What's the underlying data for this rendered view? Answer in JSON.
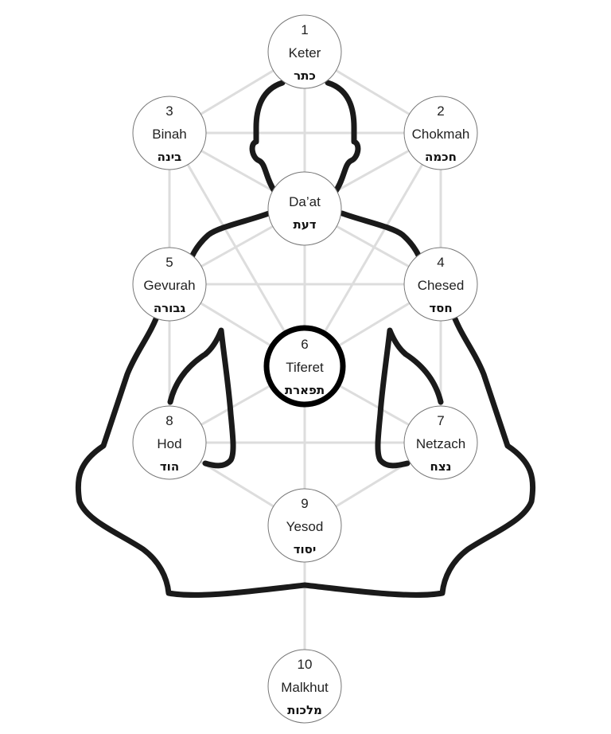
{
  "colors": {
    "edge": "#dddddd",
    "body": "#1a1a1a",
    "node_border": "#777777",
    "highlight_border": "#000000"
  },
  "nodes": [
    {
      "id": "keter",
      "number": "1",
      "name": "Keter",
      "hebrew": "כתר"
    },
    {
      "id": "chokmah",
      "number": "2",
      "name": "Chokmah",
      "hebrew": "חכמה"
    },
    {
      "id": "binah",
      "number": "3",
      "name": "Binah",
      "hebrew": "בינה"
    },
    {
      "id": "daat",
      "number": "",
      "name": "Da’at",
      "hebrew": "דעת"
    },
    {
      "id": "chesed",
      "number": "4",
      "name": "Chesed",
      "hebrew": "חסד"
    },
    {
      "id": "gevurah",
      "number": "5",
      "name": "Gevurah",
      "hebrew": "גבורה"
    },
    {
      "id": "tiferet",
      "number": "6",
      "name": "Tiferet",
      "hebrew": "תפארת",
      "highlighted": true
    },
    {
      "id": "netzach",
      "number": "7",
      "name": "Netzach",
      "hebrew": "נצח"
    },
    {
      "id": "hod",
      "number": "8",
      "name": "Hod",
      "hebrew": "הוד"
    },
    {
      "id": "yesod",
      "number": "9",
      "name": "Yesod",
      "hebrew": "יסוד"
    },
    {
      "id": "malkhut",
      "number": "10",
      "name": "Malkhut",
      "hebrew": "מלכות"
    }
  ],
  "edges": [
    [
      "keter",
      "binah"
    ],
    [
      "keter",
      "chokmah"
    ],
    [
      "keter",
      "tiferet"
    ],
    [
      "binah",
      "chokmah"
    ],
    [
      "binah",
      "gevurah"
    ],
    [
      "chokmah",
      "chesed"
    ],
    [
      "binah",
      "tiferet"
    ],
    [
      "chokmah",
      "tiferet"
    ],
    [
      "binah",
      "daat"
    ],
    [
      "chokmah",
      "daat"
    ],
    [
      "gevurah",
      "daat"
    ],
    [
      "chesed",
      "daat"
    ],
    [
      "gevurah",
      "chesed"
    ],
    [
      "gevurah",
      "tiferet"
    ],
    [
      "chesed",
      "tiferet"
    ],
    [
      "gevurah",
      "hod"
    ],
    [
      "chesed",
      "netzach"
    ],
    [
      "hod",
      "tiferet"
    ],
    [
      "netzach",
      "tiferet"
    ],
    [
      "hod",
      "netzach"
    ],
    [
      "hod",
      "yesod"
    ],
    [
      "netzach",
      "yesod"
    ],
    [
      "tiferet",
      "yesod"
    ],
    [
      "yesod",
      "malkhut"
    ]
  ]
}
